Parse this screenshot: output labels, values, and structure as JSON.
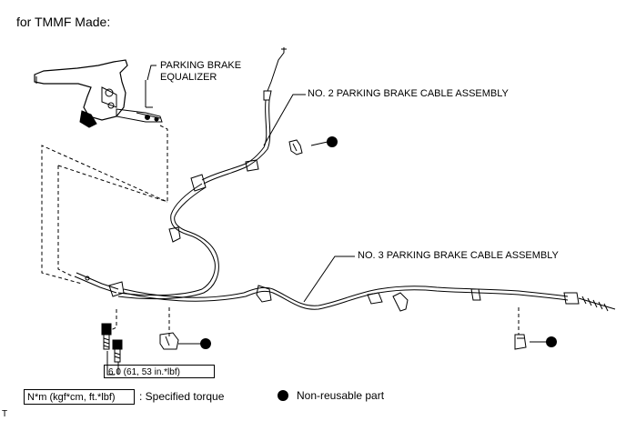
{
  "title": "for TMMF Made:",
  "labels": {
    "equalizer": "PARKING BRAKE EQUALIZER",
    "cable2": "NO. 2 PARKING BRAKE CABLE ASSEMBLY",
    "cable3": "NO. 3 PARKING BRAKE CABLE ASSEMBLY",
    "torque_value": "6.0 (61, 53 in.*lbf)"
  },
  "legend": {
    "torque_box": "N*m (kgf*cm, ft.*lbf)",
    "torque_desc": ": Specified torque",
    "nonreusable_desc": "Non-reusable part"
  },
  "corner_letter": "T",
  "icons": {
    "nonreusable_symbol": "black-filled-circle"
  }
}
